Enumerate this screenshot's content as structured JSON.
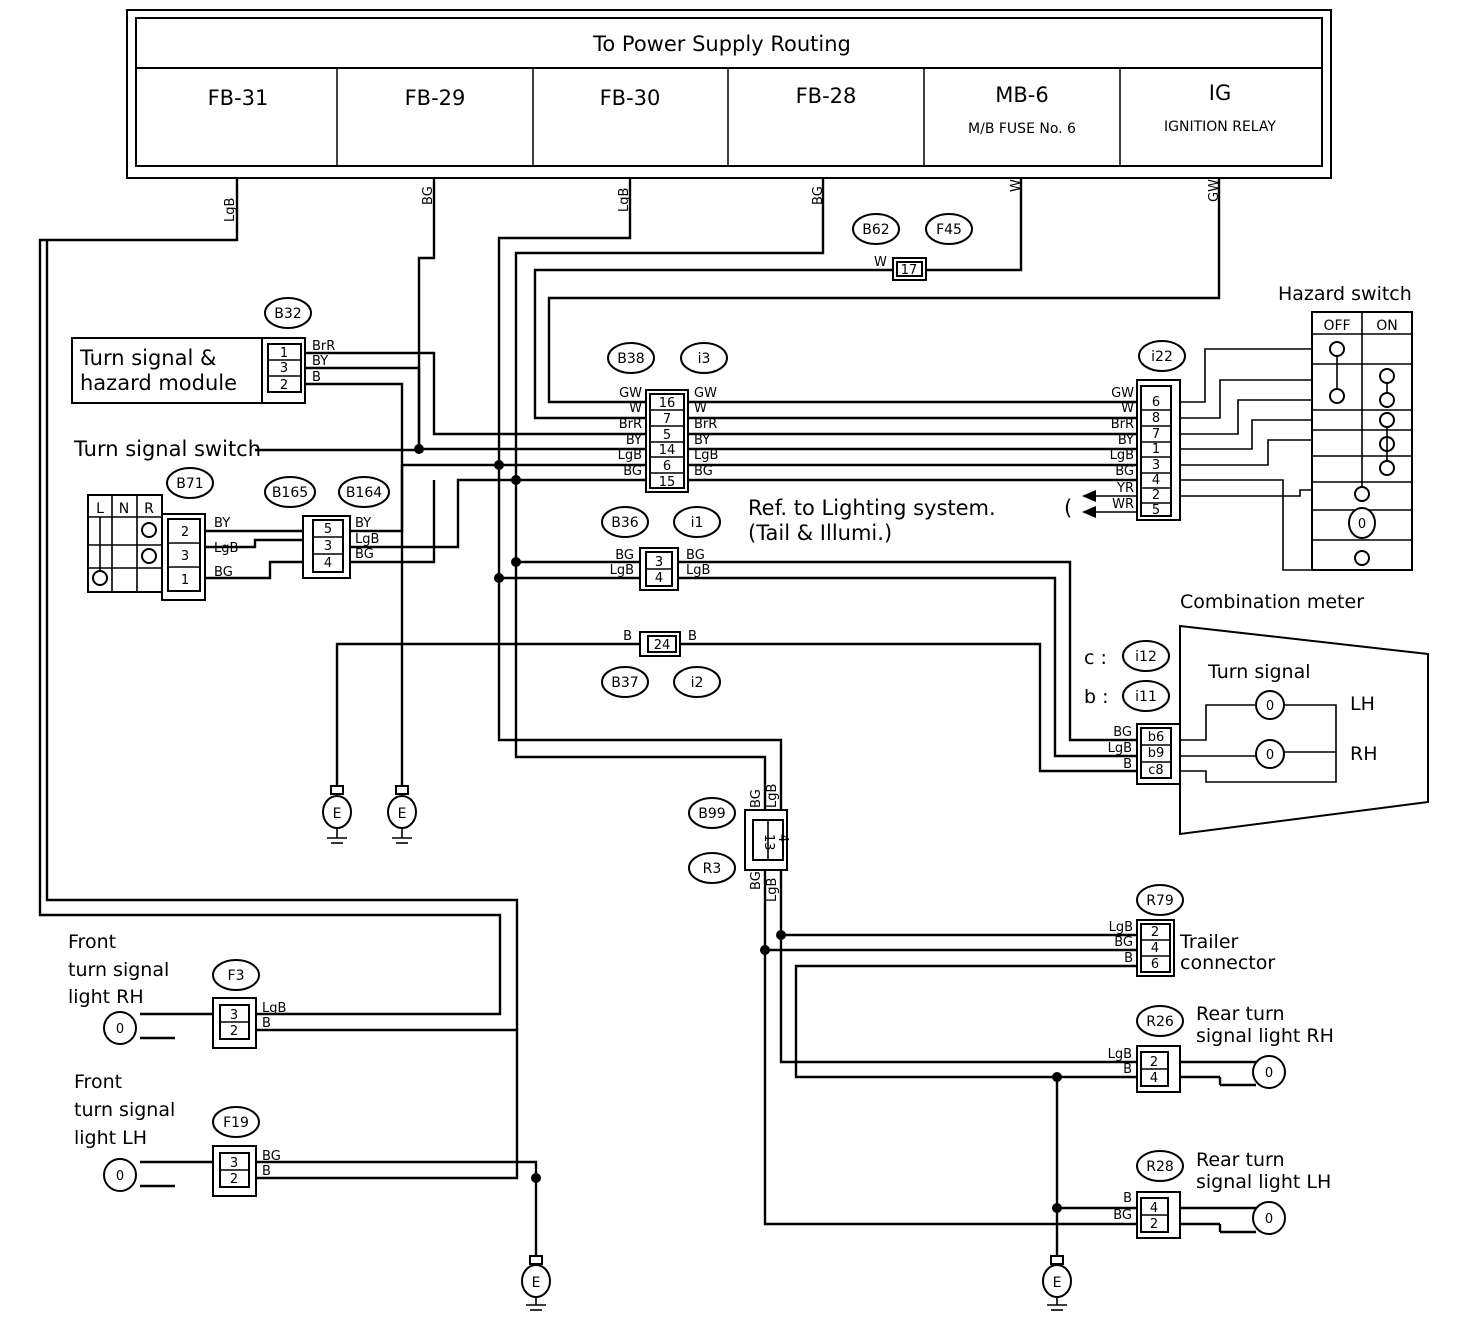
{
  "power_supply": {
    "title": "To Power Supply Routing",
    "cells": [
      {
        "label": "FB-31",
        "sub": ""
      },
      {
        "label": "FB-29",
        "sub": ""
      },
      {
        "label": "FB-30",
        "sub": ""
      },
      {
        "label": "FB-28",
        "sub": ""
      },
      {
        "label": "MB-6",
        "sub": "M/B FUSE No. 6"
      },
      {
        "label": "IG",
        "sub": "IGNITION RELAY"
      }
    ],
    "wire_labels": [
      "LgB",
      "BG",
      "LgB",
      "BG",
      "W",
      "GW"
    ]
  },
  "connectors": {
    "b62": "B62",
    "f45": "F45",
    "b32": "B32",
    "b38": "B38",
    "i3": "i3",
    "i22": "i22",
    "b71": "B71",
    "b165": "B165",
    "b164": "B164",
    "b36": "B36",
    "i1": "i1",
    "b37": "B37",
    "i2": "i2",
    "i12": "i12",
    "i11": "i11",
    "b99": "B99",
    "r3": "R3",
    "r79": "R79",
    "r26": "R26",
    "r28": "R28",
    "f3": "F3",
    "f19": "F19"
  },
  "components": {
    "hazard_module": [
      "Turn signal &",
      "hazard module"
    ],
    "turn_signal_switch": "Turn signal switch",
    "switch_positions": [
      "L",
      "N",
      "R"
    ],
    "hazard_switch": "Hazard switch",
    "hazard_positions": [
      "OFF",
      "ON"
    ],
    "ref_lighting": [
      "Ref. to Lighting system.",
      "(Tail & Illumi.)"
    ],
    "combination_meter": "Combination meter",
    "meter_turn_signal": "Turn signal",
    "meter_lh": "LH",
    "meter_rh": "RH",
    "meter_c": "c :",
    "meter_b": "b :",
    "trailer_connector": [
      "Trailer",
      "connector"
    ],
    "rear_rh": [
      "Rear turn",
      "signal light RH"
    ],
    "rear_lh": [
      "Rear turn",
      "signal light LH"
    ],
    "front_rh": [
      "Front",
      "turn signal",
      "light RH"
    ],
    "front_lh": [
      "Front",
      "turn signal",
      "light LH"
    ],
    "ground": "E"
  },
  "pins": {
    "f45_w": "W",
    "f45_pin": "17",
    "b32_pins": [
      "1",
      "3",
      "2"
    ],
    "b32_wires": [
      "BrR",
      "BY",
      "B"
    ],
    "b38_pins": [
      "16",
      "7",
      "5",
      "14",
      "6",
      "15"
    ],
    "b38_wires_left": [
      "GW",
      "W",
      "BrR",
      "BY",
      "LgB",
      "BG"
    ],
    "b38_wires_right": [
      "GW",
      "W",
      "BrR",
      "BY",
      "LgB",
      "BG"
    ],
    "i22_pins": [
      "6",
      "8",
      "7",
      "1",
      "3",
      "4",
      "2",
      "5"
    ],
    "i22_wires": [
      "GW",
      "W",
      "BrR",
      "BY",
      "LgB",
      "BG",
      "YR",
      "WR"
    ],
    "b71_pins": [
      "2",
      "3",
      "1"
    ],
    "b71_wires": [
      "BY",
      "LgB",
      "BG"
    ],
    "b165_pins": [
      "5",
      "3",
      "4"
    ],
    "b165_wires": [
      "BY",
      "LgB",
      "BG"
    ],
    "b36_pins": [
      "3",
      "4"
    ],
    "b36_wires_left": [
      "BG",
      "LgB"
    ],
    "b36_wires_right": [
      "BG",
      "LgB"
    ],
    "b37_pin": "24",
    "b37_wire_left": "B",
    "b37_wire_right": "B",
    "meter_pins": [
      "b6",
      "b9",
      "c8"
    ],
    "meter_wires": [
      "BG",
      "LgB",
      "B"
    ],
    "b99_pins": [
      "13",
      "4"
    ],
    "b99_wires_top": [
      "BG",
      "LgB"
    ],
    "b99_wires_bottom": [
      "BG",
      "LgB"
    ],
    "r79_pins": [
      "2",
      "4",
      "6"
    ],
    "r79_wires": [
      "LgB",
      "BG",
      "B"
    ],
    "r26_pins": [
      "2",
      "4"
    ],
    "r26_wires": [
      "LgB",
      "B"
    ],
    "r28_pins": [
      "4",
      "2"
    ],
    "r28_wires": [
      "B",
      "BG"
    ],
    "f3_pins": [
      "3",
      "2"
    ],
    "f3_wires": [
      "LgB",
      "B"
    ],
    "f19_pins": [
      "3",
      "2"
    ],
    "f19_wires": [
      "BG",
      "B"
    ]
  }
}
